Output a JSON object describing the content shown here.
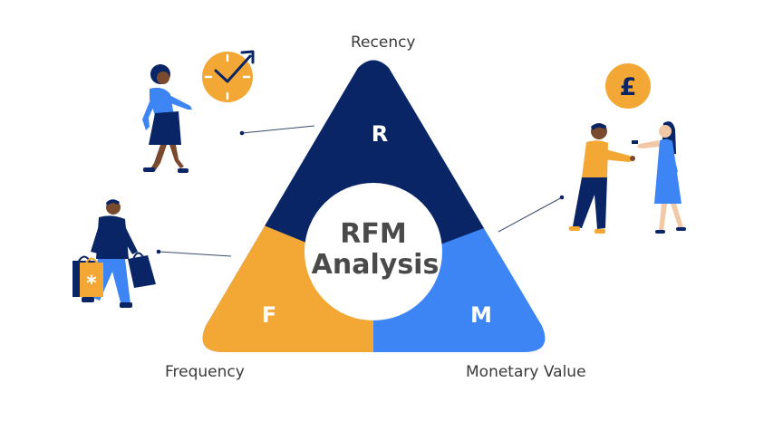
{
  "diagram": {
    "center_title_line1": "RFM",
    "center_title_line2": "Analysis",
    "segments": [
      {
        "letter": "R",
        "label": "Recency",
        "color": "#0a2566"
      },
      {
        "letter": "F",
        "label": "Frequency",
        "color": "#f3a735"
      },
      {
        "letter": "M",
        "label": "Monetary Value",
        "color": "#3d85f5"
      }
    ],
    "center_color": "#ffffff",
    "center_text_color": "#4a4a4a"
  },
  "icons": {
    "clock": "clock-with-arrow-icon",
    "currency_symbol": "£"
  },
  "colors": {
    "navy": "#0a2566",
    "orange": "#f3a735",
    "blue": "#3d85f5",
    "skin": "#7a4a2e"
  }
}
